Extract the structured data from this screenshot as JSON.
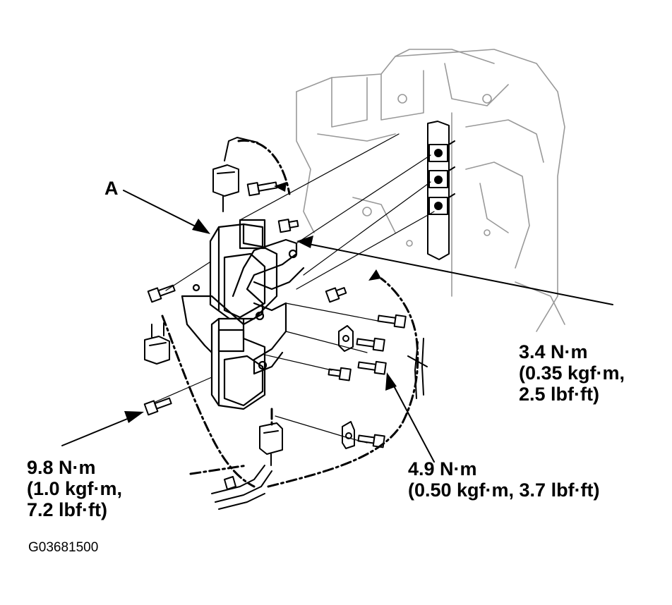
{
  "callout_a": "A",
  "torque_3_4": [
    "3.4 N·m",
    "(0.35 kgf·m,",
    "2.5 lbf·ft)"
  ],
  "torque_9_8": [
    "9.8 N·m",
    "(1.0 kgf·m,",
    "7.2 lbf·ft)"
  ],
  "torque_4_9": [
    "4.9 N·m",
    "(0.50 kgf·m, 3.7 lbf·ft)"
  ],
  "figure_code": "G03681500"
}
